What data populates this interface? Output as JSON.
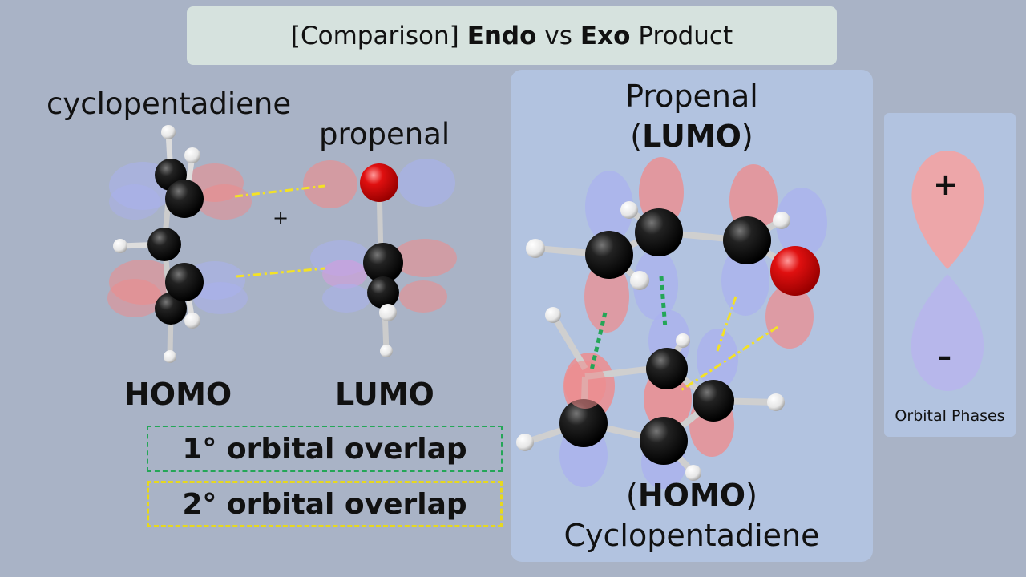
{
  "title": {
    "bracket": "[Comparison]",
    "endo": "Endo",
    "vs": "vs",
    "exo": "Exo",
    "product": "Product"
  },
  "left": {
    "diene_label": "cyclopentadiene",
    "dienophile_label": "propenal",
    "plus": "+",
    "homo_label": "HOMO",
    "lumo_label": "LUMO"
  },
  "legend": {
    "primary": "1° orbital overlap",
    "secondary": "2° orbital overlap"
  },
  "right": {
    "top_name": "Propenal",
    "top_paren_open": "(",
    "top_orbital": "LUMO",
    "top_paren_close": ")",
    "bottom_paren_open": "(",
    "bottom_orbital": "HOMO",
    "bottom_paren_close": ")",
    "bottom_name": "Cyclopentadiene"
  },
  "phases": {
    "plus": "+",
    "minus": "–",
    "caption": "Orbital Phases"
  },
  "colors": {
    "background": "#a9b3c6",
    "panel": "#b2c3e0",
    "title_bar": "#d6e2de",
    "positive_lobe": "#f08a8a",
    "negative_lobe": "#a9b0ef",
    "primary_overlap": "#24a657",
    "secondary_overlap": "#e6d81f",
    "carbon": "#111111",
    "oxygen": "#e01010",
    "hydrogen": "#f2f2f2"
  }
}
